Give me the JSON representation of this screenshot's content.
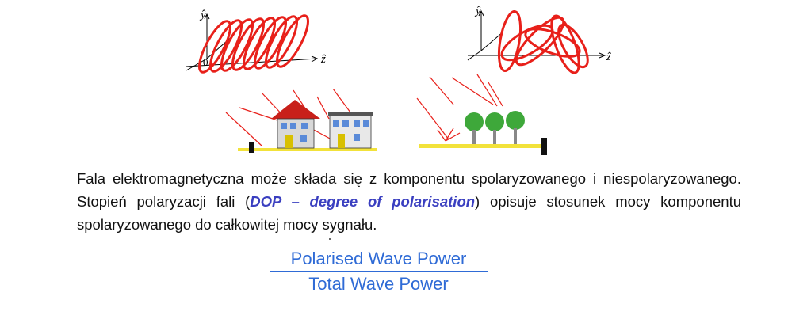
{
  "figures": {
    "polarised_axes": {
      "y": "ŷ",
      "z": "ẑ",
      "origin": "0"
    },
    "unpolarised_axes": {
      "y": "ŷ",
      "z": "ẑ"
    }
  },
  "paragraph": {
    "part1": "Fala elektromagnetyczna może składa się z komponentu spolaryzowanego i niespolaryzowanego. Stopień polaryzacji fali (",
    "dop": "DOP – degree of polarisation",
    "part2": ") opisuje stosunek mocy komponentu spolaryzowanego do całkowitej mocy sygnału."
  },
  "formula": {
    "numerator": "Polarised Wave Power",
    "denominator": "Total Wave Power"
  },
  "colors": {
    "wave": "#e8201a",
    "formula": "#2f6bd6",
    "dop": "#3a3fc0",
    "ground": "#f2e23a"
  }
}
